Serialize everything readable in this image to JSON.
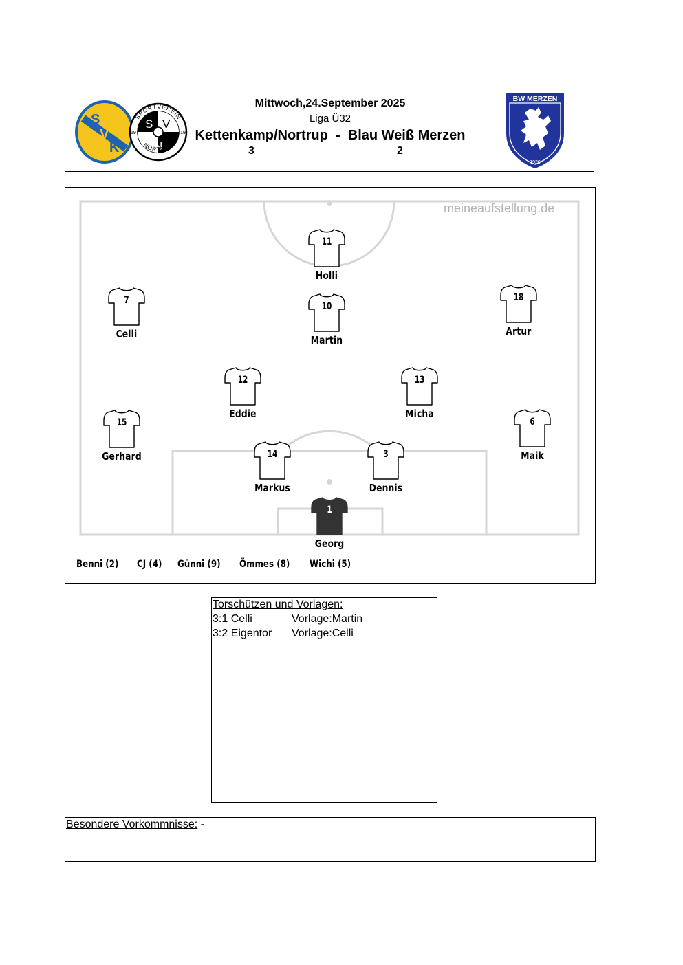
{
  "header": {
    "date": "Mittwoch,24.September 2025",
    "league": "Liga Ü32",
    "home_team": "Kettenkamp/Nortrup",
    "separator": "-",
    "away_team": "Blau Weiß Merzen",
    "home_score": "3",
    "away_score": "2",
    "logos": {
      "svk": {
        "letters": [
          "S",
          "V",
          "K"
        ]
      },
      "svn": {
        "letters": [
          "S",
          "V",
          "N"
        ],
        "ring_top": "SPORTVEREIN",
        "ring_bottom": "NORTRUP",
        "year_left": "19",
        "year_right": "19"
      },
      "bw": {
        "title": "BW MERZEN",
        "year": "1920"
      }
    }
  },
  "lineup": {
    "watermark": "meineaufstellung.de",
    "players": [
      {
        "number": "11",
        "name": "Holli",
        "keeper": false
      },
      {
        "number": "7",
        "name": "Celli",
        "keeper": false
      },
      {
        "number": "10",
        "name": "Martin",
        "keeper": false
      },
      {
        "number": "18",
        "name": "Artur",
        "keeper": false
      },
      {
        "number": "12",
        "name": "Eddie",
        "keeper": false
      },
      {
        "number": "13",
        "name": "Micha",
        "keeper": false
      },
      {
        "number": "15",
        "name": "Gerhard",
        "keeper": false
      },
      {
        "number": "6",
        "name": "Maik",
        "keeper": false
      },
      {
        "number": "14",
        "name": "Markus",
        "keeper": false
      },
      {
        "number": "3",
        "name": "Dennis",
        "keeper": false
      },
      {
        "number": "1",
        "name": "Georg",
        "keeper": true
      }
    ],
    "substitutes": [
      "Benni (2)",
      "CJ (4)",
      "Günni (9)",
      "Ömmes (8)",
      "Wichi (5)"
    ]
  },
  "scorers": {
    "title": "Torschützen und Vorlagen:",
    "goals": [
      {
        "goal": "3:1 Celli",
        "assist": "Vorlage:Martin"
      },
      {
        "goal": "3:2 Eigentor",
        "assist": "Vorlage:Celli"
      }
    ]
  },
  "incidents": {
    "label": "Besondere Vorkommnisse:",
    "value": " -"
  },
  "colors": {
    "pitch_lines": "#d6d6d6",
    "svk_yellow": "#f5c51d",
    "svk_blue": "#1e63b0",
    "bw_blue": "#21349c",
    "keeper_shirt": "#333333"
  }
}
